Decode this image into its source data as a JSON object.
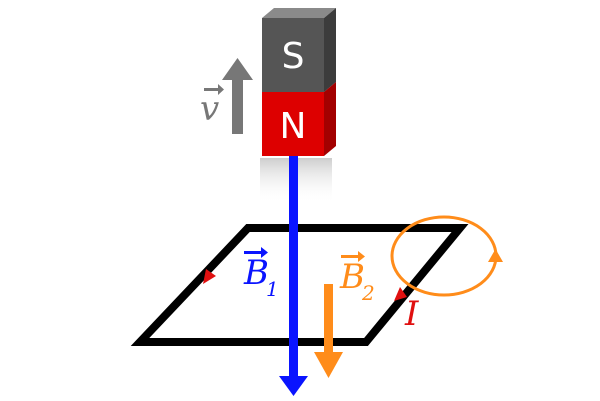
{
  "magnet": {
    "south_label": "S",
    "north_label": "N",
    "south_color": "#555555",
    "north_color": "#dd0000"
  },
  "velocity": {
    "symbol": "v",
    "color": "#777777"
  },
  "field_b1": {
    "symbol": "B",
    "subscript": "1",
    "color": "#0a14ff"
  },
  "field_b2": {
    "symbol": "B",
    "subscript": "2",
    "color": "#ff8c1a"
  },
  "current": {
    "symbol": "I",
    "color": "#e01010"
  },
  "loop_color": "#000000"
}
